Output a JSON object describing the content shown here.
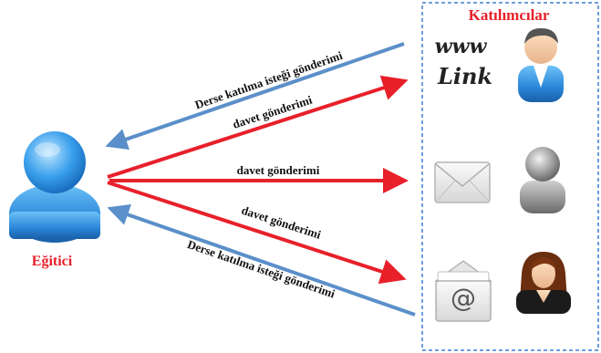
{
  "colors": {
    "arrow_red": "#e8202a",
    "arrow_blue": "#5b8fc9",
    "label_red": "#e8202a",
    "frame_blue": "#3f7fcf"
  },
  "educator": {
    "label": "Eğitici",
    "icon": "user-blue-icon"
  },
  "participants": {
    "title": "Katılımcılar",
    "rows": [
      {
        "channel_icon": "www-link-icon",
        "channel_text_top": "www",
        "channel_text_bottom": "Link",
        "person_icon": "user-blue-icon"
      },
      {
        "channel_icon": "envelope-icon",
        "person_icon": "user-gray-icon"
      },
      {
        "channel_icon": "email-at-icon",
        "channel_text": "@",
        "person_icon": "user-woman-icon"
      }
    ]
  },
  "arrows": {
    "request_top": "Derse katılma isteği gönderimi",
    "invite_top": "davet gönderimi",
    "invite_middle": "davet gönderimi",
    "invite_bottom": "davet gönderimi",
    "request_bottom": "Derse katılma isteği gönderimi"
  }
}
